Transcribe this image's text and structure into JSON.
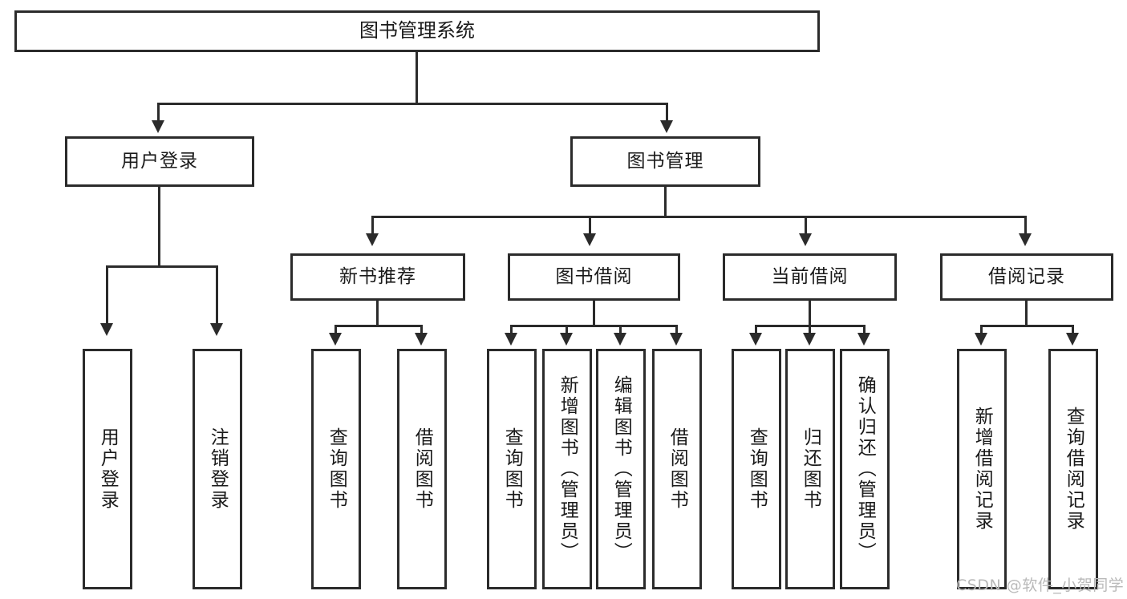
{
  "diagram": {
    "title": "图书管理系统",
    "type": "hierarchy-tree",
    "root": {
      "label": "图书管理系统"
    },
    "level2": [
      {
        "label": "用户登录"
      },
      {
        "label": "图书管理"
      }
    ],
    "level3": [
      {
        "label": "新书推荐"
      },
      {
        "label": "图书借阅"
      },
      {
        "label": "当前借阅"
      },
      {
        "label": "借阅记录"
      }
    ],
    "leaves": [
      {
        "label": "用户登录"
      },
      {
        "label": "注销登录"
      },
      {
        "label": "查询图书"
      },
      {
        "label": "借阅图书"
      },
      {
        "label": "查询图书"
      },
      {
        "label": "新增图书（管理员）"
      },
      {
        "label": "编辑图书（管理员）"
      },
      {
        "label": "借阅图书"
      },
      {
        "label": "查询图书"
      },
      {
        "label": "归还图书"
      },
      {
        "label": "确认归还（管理员）"
      },
      {
        "label": "新增借阅记录"
      },
      {
        "label": "查询借阅记录"
      }
    ],
    "watermark": "CSDN @软件_小贺同学",
    "colors": {
      "stroke": "#2b2b2b",
      "fill": "#ffffff",
      "text": "#1a1a1a",
      "watermark": "#b9b9b9"
    }
  }
}
